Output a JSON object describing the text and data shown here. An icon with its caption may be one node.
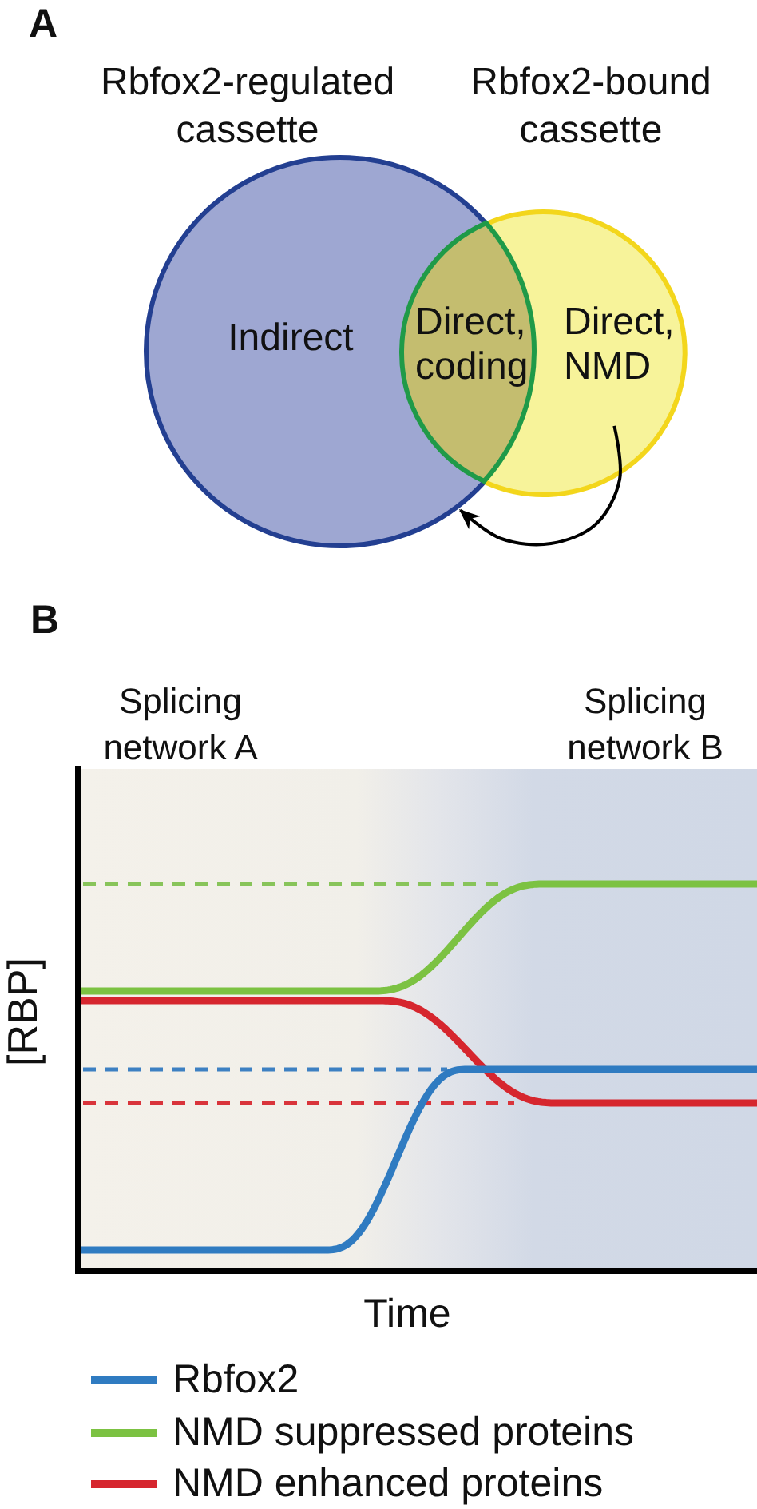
{
  "diagram": {
    "nodes": [
      {
        "text": [
          "Rbfox2-regulated cassette",
          "Indirect"
        ]
      },
      {
        "text": [
          "Rbfox2-bound cassette",
          "Direct, NMD"
        ]
      },
      {
        "text": [
          "Direct, coding"
        ]
      }
    ],
    "edges": [
      {
        "from": 1,
        "to": 0,
        "arrow": "to"
      }
    ],
    "labels": [
      "A",
      "B",
      "Splicing network A",
      "Splicing network B",
      "[RBP]",
      "Time"
    ],
    "legend": [
      {
        "text": "Rbfox2"
      },
      {
        "text": "NMD suppressed proteins"
      },
      {
        "text": "NMD enhanced proteins"
      }
    ]
  }
}
